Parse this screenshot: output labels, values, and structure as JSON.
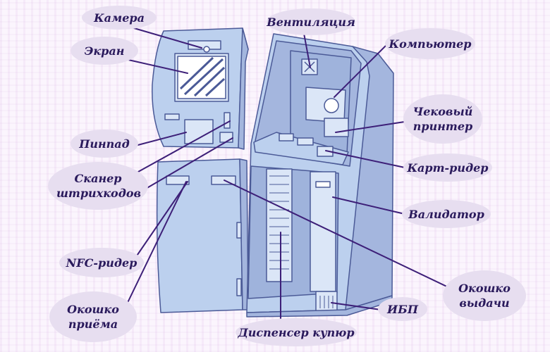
{
  "labels": {
    "camera": "Камера",
    "screen": "Экран",
    "pinpad": "Пинпад",
    "barcode_scanner": "Сканер штрихкодов",
    "nfc_reader": "NFC-ридер",
    "cash_in_slot": "Окошко приёма",
    "ventilation": "Вентиляция",
    "computer": "Компьютер",
    "receipt_printer": "Чековый принтер",
    "card_reader": "Карт-ридер",
    "validator": "Валидатор",
    "cash_out_slot": "Окошко выдачи",
    "ups": "ИБП",
    "dispenser": "Диспенсер купюр"
  },
  "colors": {
    "background": "#fbf5fd",
    "label_fill": "#e7def0",
    "label_text": "#2a1a5c",
    "leader_line": "#3d1f78",
    "body_fill": "#bcd0ee",
    "body_light": "#dbe6f7",
    "interior_dark": "#a4b6de",
    "outline": "#4b5a97"
  }
}
